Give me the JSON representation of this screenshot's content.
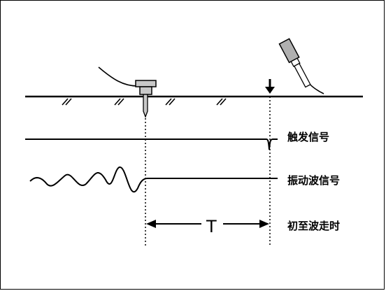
{
  "labels": {
    "trigger_signal": "触发信号",
    "vibration_signal": "振动波信号",
    "first_arrival_time": "初至波走时",
    "interval": "T"
  },
  "colors": {
    "line": "#000000",
    "background": "#ffffff",
    "sensor_gray": "#c8c8c8",
    "hammer_gray": "#b0b0b0"
  },
  "icons": {
    "sensor": "geophone-sensor-icon",
    "hammer": "hammer-icon",
    "impact": "down-arrow-icon"
  }
}
